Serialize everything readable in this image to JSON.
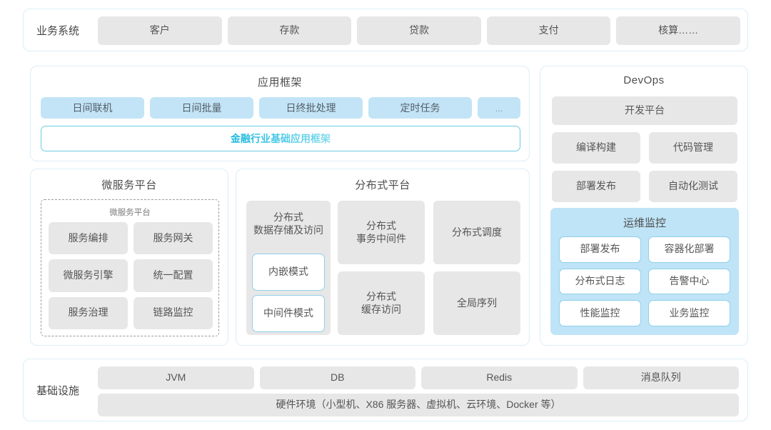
{
  "business_system": {
    "label": "业务系统",
    "items": [
      "客户",
      "存款",
      "贷款",
      "支付",
      "核算……"
    ]
  },
  "app_framework": {
    "title": "应用框架",
    "tags": [
      "日间联机",
      "日间批量",
      "日终批处理",
      "定时任务",
      "..."
    ],
    "framework_bar": "金融行业基础应用框架"
  },
  "microservice_platform": {
    "title": "微服务平台",
    "inner_title": "微服务平台",
    "items": [
      "服务编排",
      "服务网关",
      "微服务引擎",
      "统一配置",
      "服务治理",
      "链路监控"
    ]
  },
  "distributed_platform": {
    "title": "分布式平台",
    "data_storage": {
      "title": "分布式\n数据存储及访问",
      "modes": [
        "内嵌模式",
        "中间件模式"
      ]
    },
    "items": [
      "分布式\n事务中间件",
      "分布式调度",
      "分布式\n缓存访问",
      "全局序列"
    ]
  },
  "devops": {
    "title": "DevOps",
    "platform": "开发平台",
    "items": [
      "编译构建",
      "代码管理",
      "部署发布",
      "自动化测试"
    ],
    "ops_monitor": {
      "title": "运维监控",
      "items": [
        "部署发布",
        "容器化部署",
        "分布式日志",
        "告警中心",
        "性能监控",
        "业务监控"
      ]
    }
  },
  "infrastructure": {
    "label": "基础设施",
    "items": [
      "JVM",
      "DB",
      "Redis",
      "消息队列"
    ],
    "hardware": "硬件环境（小型机、X86 服务器、虚拟机、云环境、Docker 等）"
  },
  "colors": {
    "panel_border": "#daeef6",
    "chip_grey": "#e7e7e7",
    "chip_blue": "#c2e4f6",
    "accent_cyan": "#19b6dd",
    "ops_panel_blue": "#bfe4f7"
  }
}
